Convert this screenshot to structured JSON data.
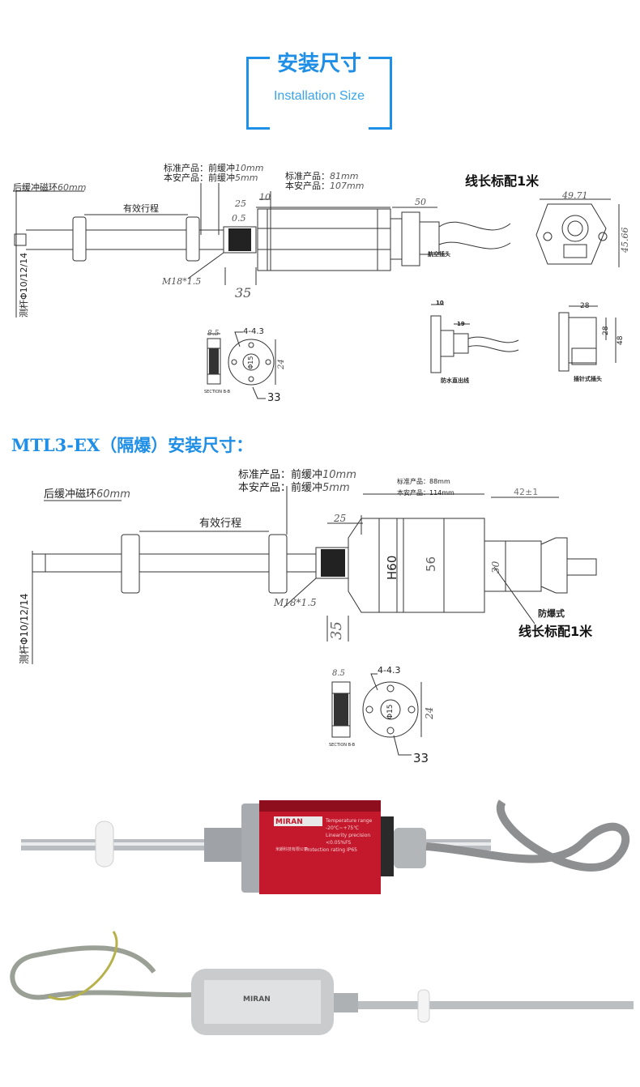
{
  "header": {
    "title": "安装尺寸",
    "subtitle": "Installation Size"
  },
  "drawing1": {
    "rear_ring": "后缓冲磁环",
    "rear_ring_len": "60mm",
    "effective_stroke": "有效行程",
    "front_std": "标准产品：前缓冲",
    "front_std_val": "10mm",
    "front_ours": "本安产品：前缓冲",
    "front_ours_val": "5mm",
    "body_std": "标准产品：",
    "body_std_val": "81mm",
    "body_ours": "本安产品：",
    "body_ours_val": "107mm",
    "cable": "线长标配1米",
    "dim_25": "25",
    "dim_10": "10",
    "dim_05": "0.5",
    "dim_50": "50",
    "dim_35": "35",
    "thread": "M18*1.5",
    "rod": "测杆Φ10/12/14",
    "aviation_plug": "航空插头",
    "dim_4971": "49.71",
    "dim_4566": "45.66",
    "waterproof": "防水直出线",
    "dim_10_small": "10",
    "dim_19": "19",
    "dim_28a": "28",
    "dim_28b": "28",
    "dim_48": "48",
    "plug_side": "插针式插头",
    "flange_85": "8.5",
    "flange_holes": "4-4.3",
    "flange_24": "24",
    "flange_33": "33",
    "flange_pcd": "Φ15",
    "section": "SECTION B-B"
  },
  "section_title": "MTL3-EX（隔爆）安装尺寸：",
  "drawing2": {
    "front_std": "标准产品：前缓冲",
    "front_std_val": "10mm",
    "front_ours": "本安产品：前缓冲",
    "front_ours_val": "5mm",
    "body_std": "标准产品：88mm",
    "body_ours": "本安产品：114mm",
    "dim_42": "42±1",
    "rear_ring": "后缓冲磁环",
    "rear_ring_len": "60mm",
    "effective_stroke": "有效行程",
    "dim_25": "25",
    "dim_h60": "H60",
    "dim_56": "56",
    "dim_30": "30",
    "thread": "M18*1.5",
    "dim_35": "35",
    "rod": "测杆Φ10/12/14",
    "explosion_proof": "防爆式",
    "cable": "线长标配1米",
    "flange_85": "8.5",
    "flange_holes": "4-4.3",
    "flange_24": "24",
    "flange_33": "33",
    "flange_pcd": "Φ15",
    "section": "SECTION B-B"
  },
  "photo1": {
    "brand": "MIRAN",
    "spec1": "Temperature range",
    "spec2": "-20℃~+75℃",
    "spec3": "Linearity precision",
    "spec4": "<0.05%FS",
    "company": "米朗科技有限公司",
    "spec5": "Protection rating IP65",
    "body_color": "#c4182c"
  },
  "photo2": {
    "brand": "MIRAN"
  }
}
